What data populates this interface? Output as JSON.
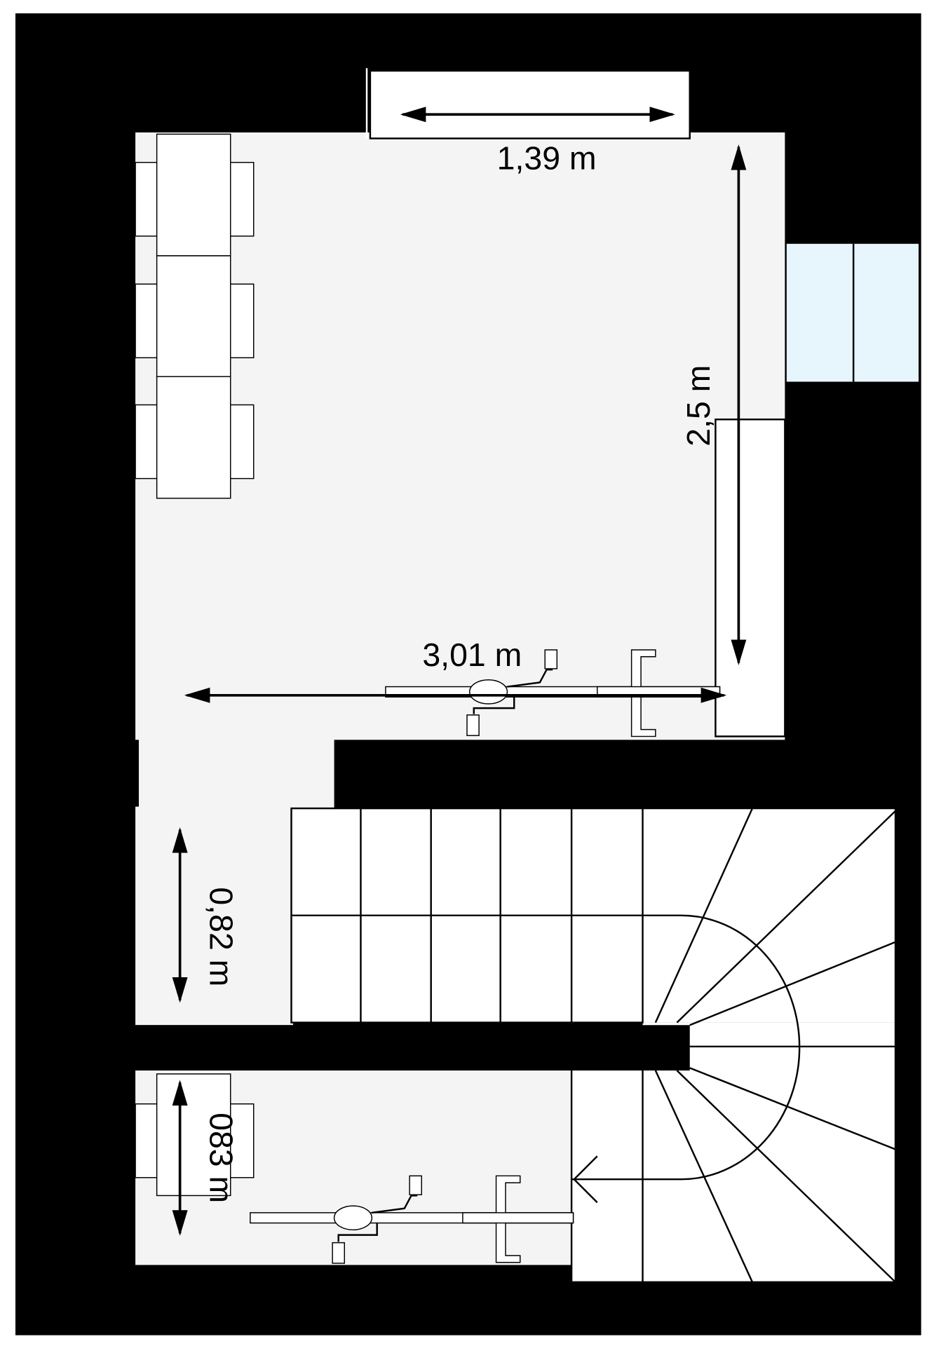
{
  "colors": {
    "wall": "#000000",
    "floor": "#f4f4f4",
    "window_glass": "#e6f6fc",
    "stairs": "#ffffff"
  },
  "dimensions": {
    "top_window_width": "1,39 m",
    "room_height": "2,5 m",
    "room_width": "3,01 m",
    "corridor_width": "0,82 m",
    "bottom_room_width": "083 m"
  },
  "icons": [
    "chair-icon",
    "bicycle-icon",
    "stairs-icon",
    "window-icon",
    "dimension-arrow-icon"
  ]
}
